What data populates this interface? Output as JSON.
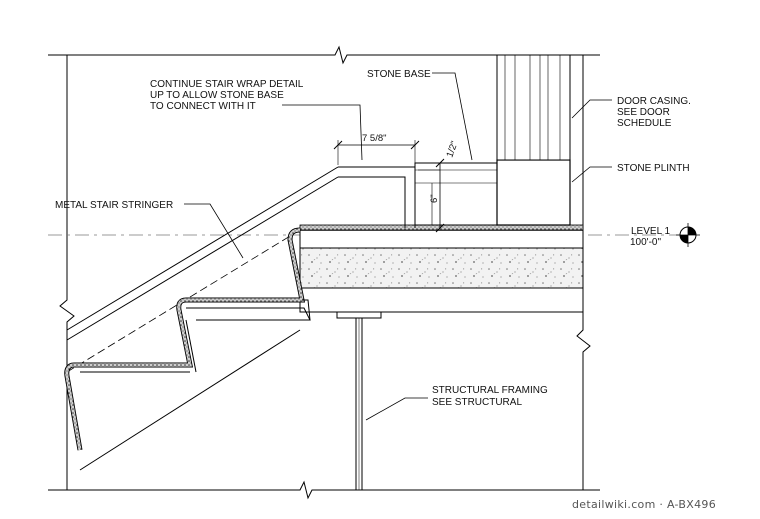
{
  "labels": {
    "continue_wrap": [
      "CONTINUE STAIR WRAP DETAIL",
      "UP TO ALLOW STONE BASE",
      "TO CONNECT WITH IT"
    ],
    "stone_base": "STONE BASE",
    "door_casing": [
      "DOOR CASING.",
      "SEE DOOR",
      "SCHEDULE"
    ],
    "stone_plinth": "STONE PLINTH",
    "metal_stringer": "METAL STAIR STRINGER",
    "level_name": "LEVEL 1",
    "level_elev": "100'-0\"",
    "structural": [
      "STRUCTURAL FRAMING",
      "SEE STRUCTURAL"
    ]
  },
  "dimensions": {
    "width_75_8": "7 5/8\"",
    "half_inch": "1/2\"",
    "six_inch": "6\""
  },
  "watermark": "detailwiki.com · A-BX496",
  "icons": {
    "level_marker": "level-datum-target-icon"
  }
}
